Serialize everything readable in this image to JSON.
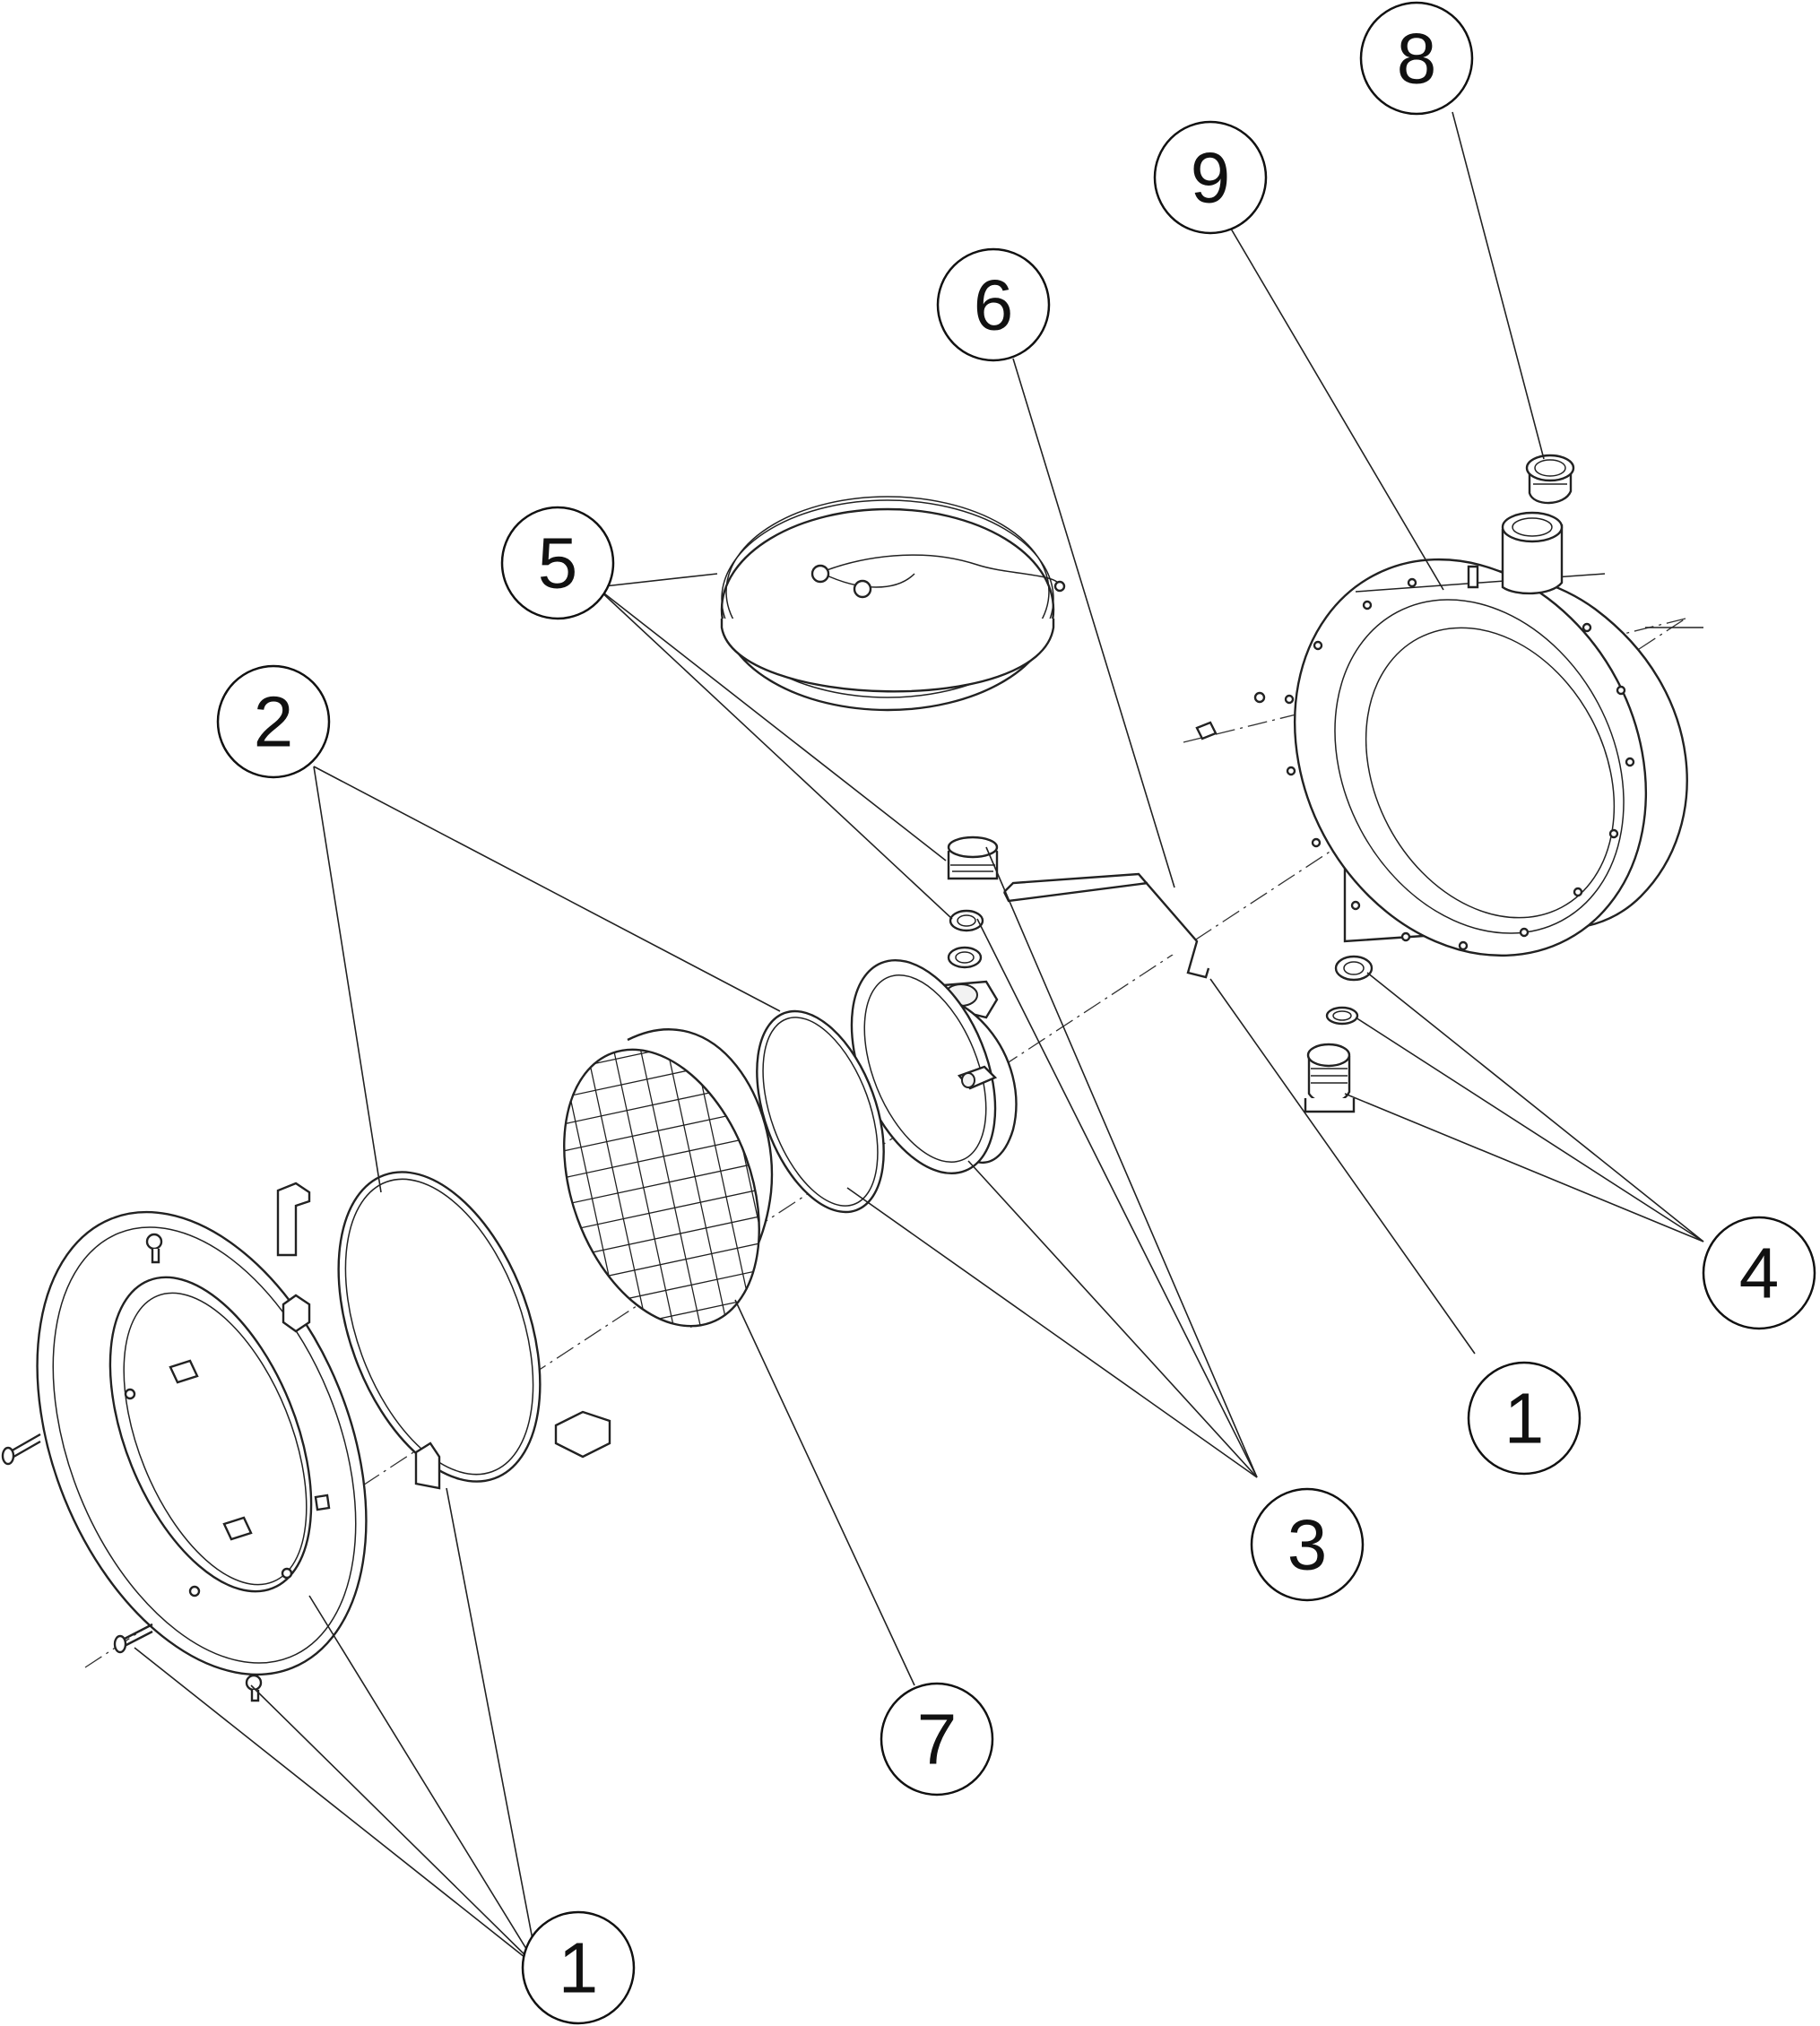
{
  "callouts": [
    {
      "id": "c8",
      "label": "8"
    },
    {
      "id": "c9",
      "label": "9"
    },
    {
      "id": "c6",
      "label": "6"
    },
    {
      "id": "c5",
      "label": "5"
    },
    {
      "id": "c2",
      "label": "2"
    },
    {
      "id": "c4",
      "label": "4"
    },
    {
      "id": "c1a",
      "label": "1"
    },
    {
      "id": "c3",
      "label": "3"
    },
    {
      "id": "c7",
      "label": "7"
    },
    {
      "id": "c1b",
      "label": "1"
    }
  ]
}
